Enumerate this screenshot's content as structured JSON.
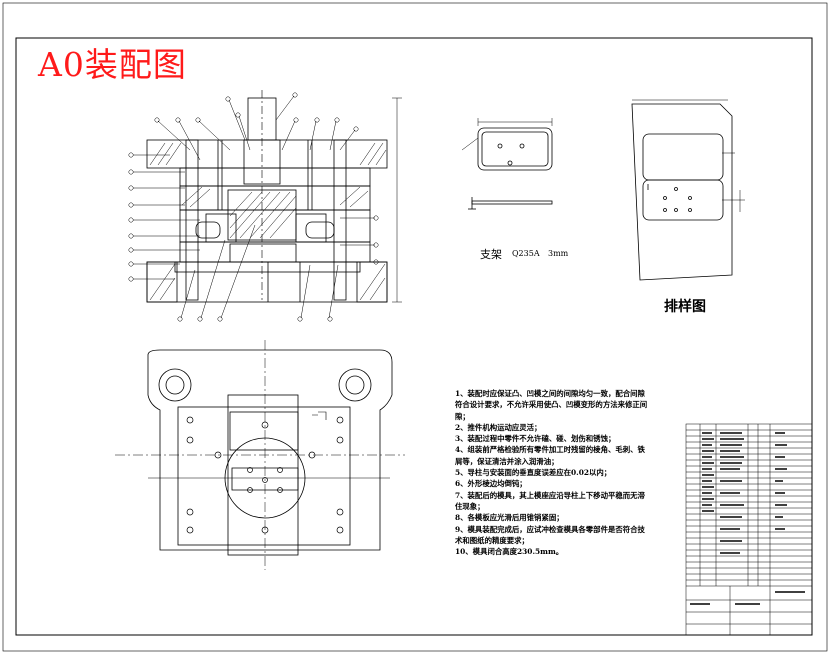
{
  "title": "A0装配图",
  "bracket_label": "支架",
  "bracket_material": "Q235A",
  "bracket_thickness": "3mm",
  "layout_label": "排样图",
  "notes": [
    "1、装配时应保证凸、凹模之间的间隙均匀一致，配合间隙符合设计要求，不允许采用使凸、凹模变形的方法来修正间隙；",
    "2、推件机构运动应灵活；",
    "3、装配过程中零件不允许磕、碰、划伤和锈蚀；",
    "4、组装前严格检验所有零件加工时残留的棱角、毛刺、铁屑等，保证清洁并涂入润滑油；",
    "5、导柱与安装面的垂直度误差应在0.02以内；",
    "6、外形棱边均倒钝；",
    "7、装配后的模具，其上模座应沿导柱上下移动平稳而无滞住现象；",
    "8、各模板应光滑后用锥销紧固；",
    "9、模具装配完成后，应试冲检查模具各零部件是否符合技术和图纸的精度要求；",
    "10、模具闭合高度230.5mm。"
  ],
  "colors": {
    "title": "#ff1a1a",
    "line": "#000000"
  }
}
